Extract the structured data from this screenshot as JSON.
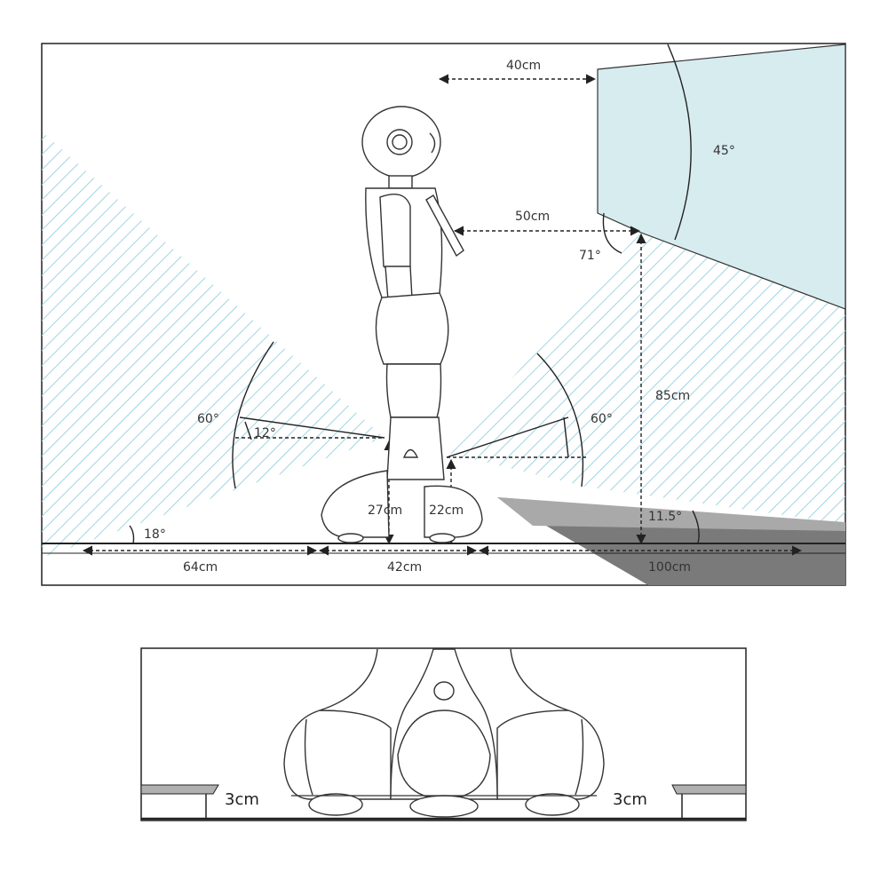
{
  "colors": {
    "hatch": "#9fd6e0",
    "sensor_fill": "#d7ecef",
    "ramp_dark": "#777777",
    "ramp_light": "#a6a6a6",
    "line": "#222222"
  },
  "labels": {
    "d_40cm": "40cm",
    "d_50cm": "50cm",
    "d_85cm": "85cm",
    "d_64cm": "64cm",
    "d_42cm": "42cm",
    "d_100cm": "100cm",
    "d_27cm": "27cm",
    "d_22cm": "22cm",
    "a_45": "45°",
    "a_71": "71°",
    "a_60_left": "60°",
    "a_60_right": "60°",
    "a_12": "12°",
    "a_18": "18°",
    "a_11_5": "11.5°",
    "step_left": "3cm",
    "step_right": "3cm"
  }
}
